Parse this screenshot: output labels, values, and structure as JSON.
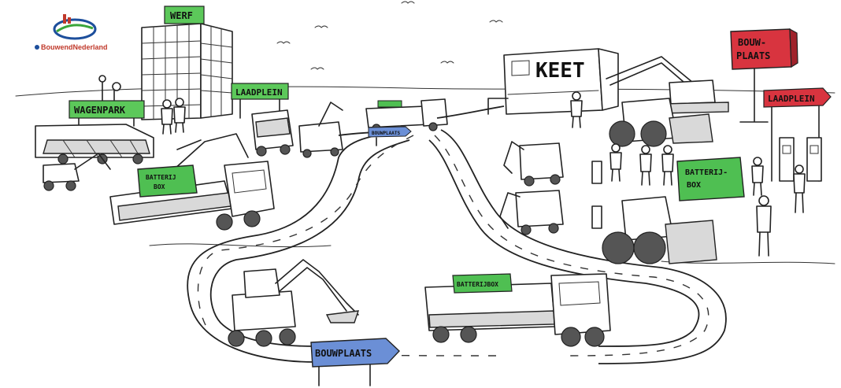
{
  "logo": {
    "text": "BouwendNederland"
  },
  "signs": {
    "werf": "WERF",
    "laadplein_left": "LAADPLEIN",
    "wagenpark": "WAGENPARK",
    "keet": "KEET",
    "bouwplaats_red_line1": "BOUW-",
    "bouwplaats_red_line2": "PLAATS",
    "laadplein_right": "LAADPLEIN",
    "bouwplaats_arrow": "BOUWPLAATS",
    "bouwplaats_small": "BOUWPLAATS"
  },
  "battery_boxes": {
    "box1_line1": "BATTERIJ",
    "box1_line2": "BOX",
    "box2_line1": "BATTERIJ-",
    "box2_line2": "BOX",
    "box3": "BATTERIJBOX"
  },
  "colors": {
    "sign_green": "#5cc85a",
    "sign_red": "#d8343f",
    "arrow_blue": "#6b8fd6",
    "box_green": "#4fbf52",
    "logo_red": "#c0392b",
    "logo_blue": "#1d4f9c",
    "logo_green": "#3aa53a"
  }
}
